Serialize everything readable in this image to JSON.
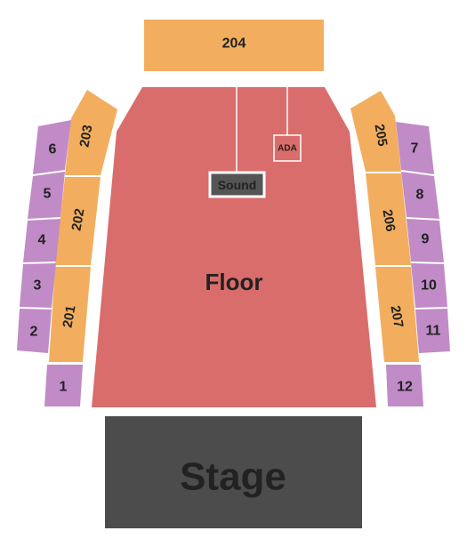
{
  "colors": {
    "floor": "#D96D6C",
    "balcony": "#F2AE5E",
    "box": "#C08BC6",
    "stage": "#4C4C4C",
    "text": "#222222",
    "stage_text": "#ffffff",
    "marker_fill": "#555555"
  },
  "floor": {
    "label": "Floor"
  },
  "stage": {
    "label": "Stage"
  },
  "markers": {
    "sound": "Sound",
    "ada": "ADA"
  },
  "balcony_sections": {
    "s201": "201",
    "s202": "202",
    "s203": "203",
    "s204": "204",
    "s205": "205",
    "s206": "206",
    "s207": "207"
  },
  "box_sections": {
    "s1": "1",
    "s2": "2",
    "s3": "3",
    "s4": "4",
    "s5": "5",
    "s6": "6",
    "s7": "7",
    "s8": "8",
    "s9": "9",
    "s10": "10",
    "s11": "11",
    "s12": "12"
  }
}
